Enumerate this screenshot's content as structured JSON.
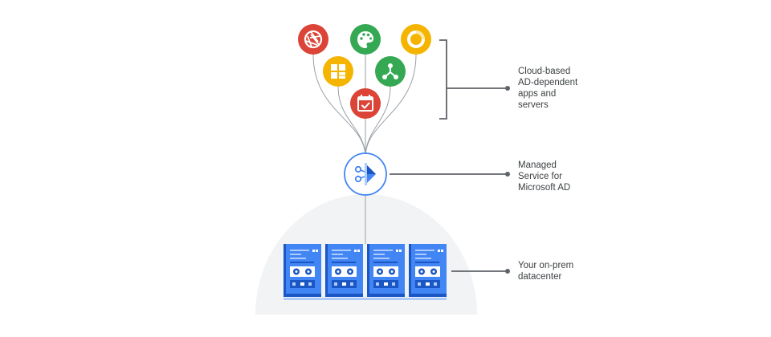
{
  "labels": {
    "apps": "Cloud-based\nAD-dependent\napps and\nservers",
    "managed_ad": "Managed\nService for\nMicrosoft AD",
    "datacenter": "Your on-prem\ndatacenter"
  },
  "colors": {
    "red": "#db4437",
    "green": "#34a853",
    "yellow": "#f4b400",
    "blue": "#4285f4",
    "dark_blue": "#1a56c4",
    "line": "#9aa0a6",
    "bracket": "#5f6368",
    "halo": "#f1f3f4"
  },
  "apps": [
    {
      "icon": "aperture-icon",
      "color": "red"
    },
    {
      "icon": "palette-icon",
      "color": "green"
    },
    {
      "icon": "circle-ring-icon",
      "color": "yellow"
    },
    {
      "icon": "layout-grid-icon",
      "color": "yellow"
    },
    {
      "icon": "network-tree-icon",
      "color": "green"
    },
    {
      "icon": "calendar-check-icon",
      "color": "red"
    }
  ],
  "managed_service_icon": "managed-ad-icon",
  "servers": [
    {
      "icon": "server-rack-icon"
    },
    {
      "icon": "server-rack-icon"
    },
    {
      "icon": "server-rack-icon"
    },
    {
      "icon": "server-rack-icon"
    }
  ]
}
